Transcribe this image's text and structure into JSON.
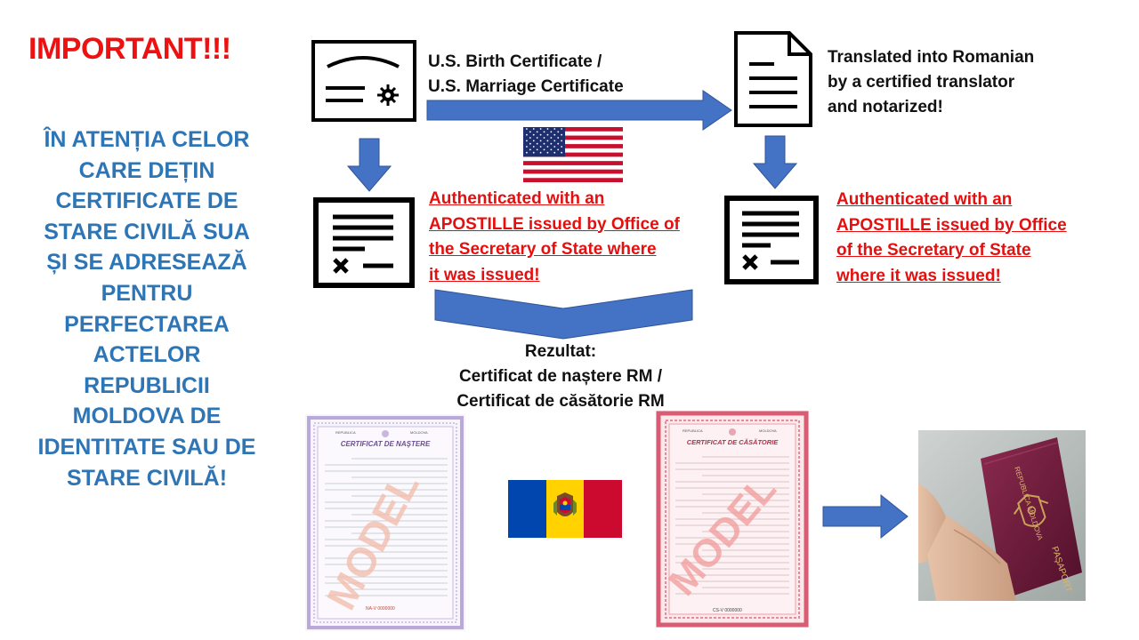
{
  "important": "IMPORTANT!!!",
  "notice_lines": [
    "ÎN ATENȚIA CELOR",
    "CARE DEȚIN",
    "CERTIFICATE DE",
    "STARE CIVILĂ SUA",
    "ȘI SE ADRESEAZĂ",
    "PENTRU",
    "PERFECTAREA",
    "ACTELOR",
    "REPUBLICII",
    "MOLDOVA DE",
    "IDENTITATE SAU DE",
    "STARE CIVILĂ!"
  ],
  "us_certificate_lines": [
    "U.S. Birth Certificate /",
    "U.S. Marriage Certificate"
  ],
  "translation_lines": [
    "Translated into Romanian",
    "by a certified translator",
    "and notarized!"
  ],
  "apostille_left_lines": [
    "Authenticated with an",
    "APOSTILLE issued by Office of",
    "the Secretary of State where",
    "it was issued!"
  ],
  "apostille_right_lines": [
    "Authenticated with an",
    "APOSTILLE issued by Office",
    "of the Secretary of State",
    "where it was issued!"
  ],
  "result_lines": [
    "Rezultat:",
    "Certificat de naștere RM /",
    "Certificat de căsătorie RM"
  ],
  "birth_cert": {
    "header_left": "REPUBLICA",
    "header_right": "MOLDOVA",
    "title": "CERTIFICAT DE NAŞTERE",
    "watermark": "MODEL",
    "serial": "NA-V 0000000"
  },
  "marriage_cert": {
    "header_left": "REPUBLICA",
    "header_right": "MOLDOVA",
    "title": "CERTIFICAT DE CĂSĂTORIE",
    "watermark": "MODEL",
    "serial": "CS-V 0000000"
  },
  "passport": {
    "country": "REPUBLICA MOLDOVA",
    "label": "PAŞAPORT"
  },
  "icons": [
    "certificate-icon",
    "document-icon",
    "signed-document-icon",
    "us-flag-icon",
    "moldova-flag-icon",
    "arrow-icon"
  ],
  "colors": {
    "accent_blue": "#4472c4",
    "notice_blue": "#2e75b6",
    "alert_red": "#ee1111",
    "underline_red": "#e41010",
    "moldova_blue": "#0046ae",
    "moldova_yellow": "#ffd200",
    "moldova_red": "#cc092f",
    "passport_burgundy": "#6b1a3a"
  }
}
